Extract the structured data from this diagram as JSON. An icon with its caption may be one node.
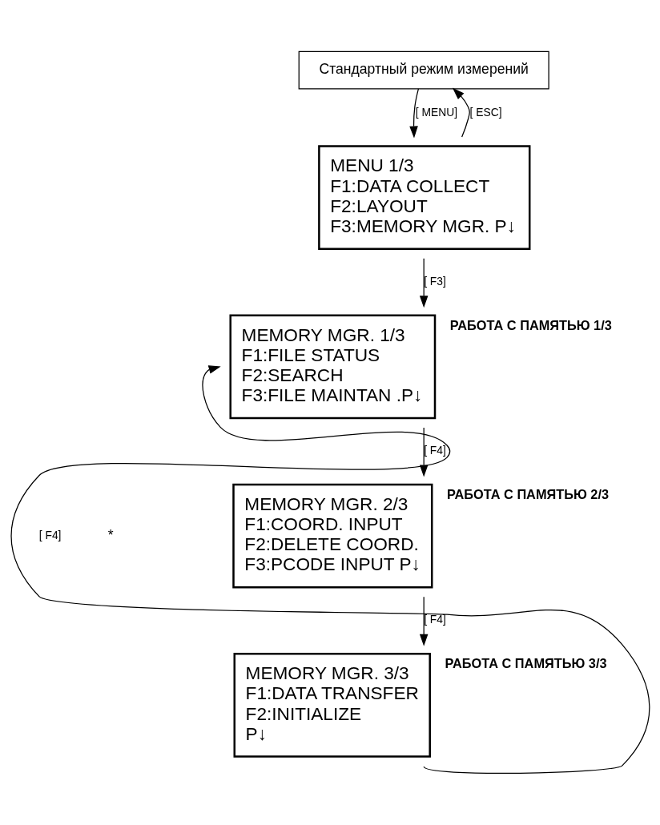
{
  "diagram": {
    "nodes": [
      {
        "text": [
          "Стандартный режим измерений"
        ]
      },
      {
        "text": [
          "MENU 1/3",
          "F1:DATA COLLECT",
          "F2:LAYOUT",
          "F3:MEMORY MGR. P↓"
        ]
      },
      {
        "text": [
          "MEMORY MGR. 1/3",
          "F1:FILE STATUS",
          "F2:SEARCH",
          "F3:FILE MAINTAN .P↓"
        ],
        "beside": [
          "РАБОТА С ПАМЯТЬЮ 1/3"
        ]
      },
      {
        "text": [
          "MEMORY MGR. 2/3",
          "F1:COORD. INPUT",
          "F2:DELETE COORD.",
          "F3:PCODE INPUT P↓"
        ],
        "beside": [
          "РАБОТА С ПАМЯТЬЮ 2/3"
        ]
      },
      {
        "text": [
          "MEMORY MGR. 3/3",
          "F1:DATA TRANSFER",
          "F2:INITIALIZE",
          "P↓"
        ],
        "beside": [
          "РАБОТА С ПАМЯТЬЮ 3/3"
        ]
      }
    ],
    "edges": [
      {
        "from": 1,
        "to": 0,
        "arrow": "to",
        "label": "[ ESC]"
      },
      {
        "from": 0,
        "to": 1,
        "arrow": "to",
        "label": "[ MENU]"
      },
      {
        "from": 1,
        "to": 2,
        "arrow": "to",
        "label": "[ F3]"
      },
      {
        "from": 2,
        "to": 3,
        "arrow": "to",
        "label": "[ F4]"
      },
      {
        "from": 3,
        "to": 4,
        "arrow": "to",
        "label": "[ F4]"
      },
      {
        "from": 4,
        "to": 2,
        "arrow": "to",
        "label": "[ F4]"
      }
    ],
    "labels": [
      "*"
    ]
  }
}
